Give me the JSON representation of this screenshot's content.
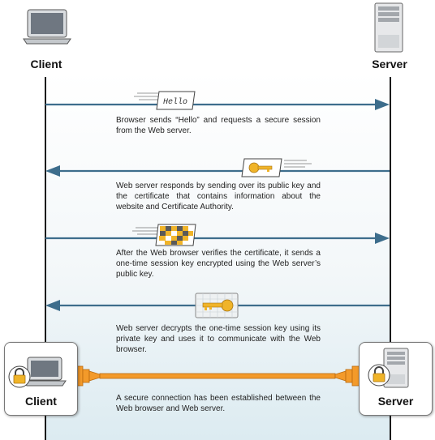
{
  "actors": {
    "client": "Client",
    "server": "Server"
  },
  "messages": [
    {
      "text": "Browser sends “Hello” and requests a secure session from the Web server."
    },
    {
      "text": "Web server responds by sending over its public key and the certificate that contains information about the website and Certificate Authority."
    },
    {
      "text": "After the Web browser verifies the certificate, it sends a one-time session key encrypted using the Web server’s public key."
    },
    {
      "text": "Web server decrypts the one-time session key using its private key and uses it to communicate with the Web browser."
    },
    {
      "text": "A secure connection has been established between the Web browser and Web server."
    }
  ],
  "hello_card_text": "Hello",
  "colors": {
    "arrow": "#3d6d8c",
    "cable": "#f39a2a",
    "key": "#f0b429"
  }
}
